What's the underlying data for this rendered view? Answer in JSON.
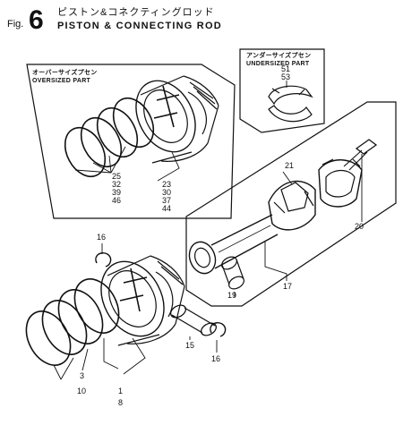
{
  "figure": {
    "prefix": "Fig.",
    "number": "6",
    "title_jp": "ピストン&コネクティングロッド",
    "title_en": "PISTON & CONNECTING ROD"
  },
  "oversized_box": {
    "label_jp": "オーバーサイズプセン",
    "label_en": "OVERSIZED PART",
    "col1": [
      "25",
      "32",
      "39",
      "46"
    ],
    "col2": [
      "23",
      "30",
      "37",
      "44"
    ]
  },
  "undersized_box": {
    "label_jp": "アンダーサイズプセン",
    "label_en": "UNDERSIZED PART",
    "parts": [
      "51",
      "53"
    ]
  },
  "callouts": {
    "p16_top": "16",
    "p21": "21",
    "p20": "20",
    "p19": "19",
    "p17": "17",
    "p15": "15",
    "p16_bottom": "16",
    "p3": "3",
    "p10": "10",
    "p1": "1",
    "p8": "8"
  }
}
